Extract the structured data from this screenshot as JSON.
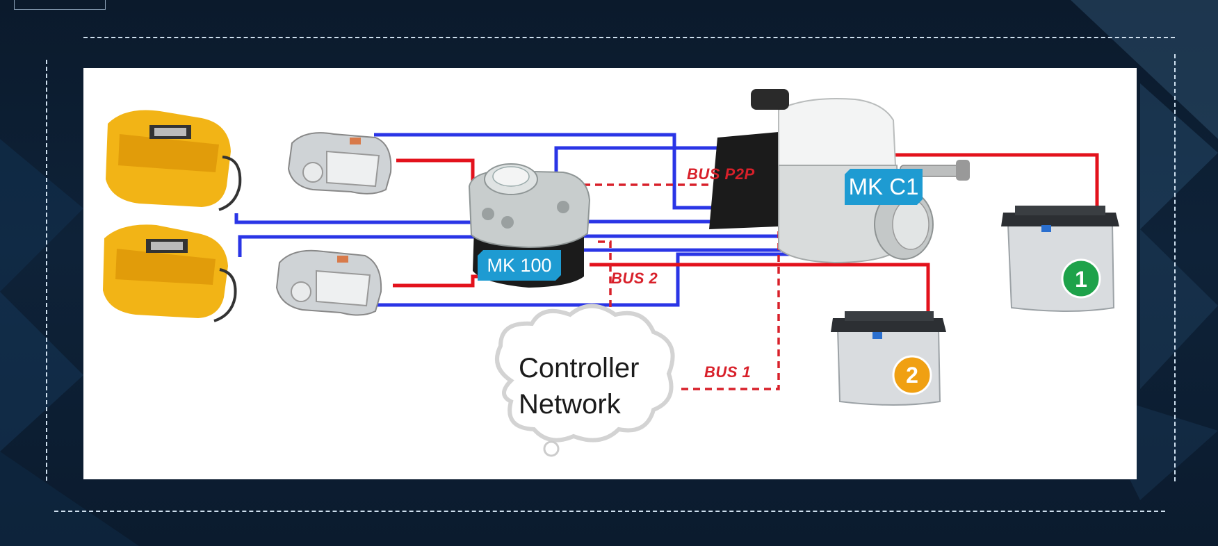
{
  "colors": {
    "hydraulic_blue": "#2a35e6",
    "electric_red": "#e3121c",
    "bus_red": "#d8202a",
    "tag_blue": "#1e9bd2",
    "caliper_yellow": "#f2b416"
  },
  "labels": {
    "mk100": "MK 100",
    "mkc1": "MK C1",
    "bus_p2p": "BUS P2P",
    "bus_2": "BUS 2",
    "bus_1": "BUS 1",
    "cloud_line1": "Controller",
    "cloud_line2": "Network"
  },
  "batteries": [
    {
      "badge": "1",
      "color": "#1ea24a"
    },
    {
      "badge": "2",
      "color": "#f0a012"
    }
  ]
}
